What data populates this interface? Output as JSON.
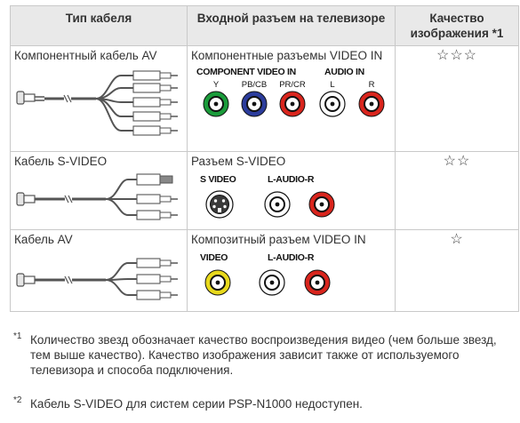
{
  "table": {
    "headers": [
      "Тип кабеля",
      "Входной разъем на телевизоре",
      "Качество изображения *1"
    ],
    "rows": [
      {
        "cable": "Компонентный кабель AV",
        "input": "Компонентные разъемы VIDEO IN",
        "diagram": {
          "group1": "COMPONENT VIDEO IN",
          "group2": "AUDIO IN",
          "labels": [
            "Y",
            "PB/CB",
            "PR/CR",
            "L",
            "R"
          ],
          "colors": [
            "#1a9b3a",
            "#2b3c9c",
            "#d9251d",
            "#ffffff",
            "#d9251d"
          ]
        },
        "stars": "☆☆☆"
      },
      {
        "cable": "Кабель S-VIDEO",
        "input": "Разъем S-VIDEO",
        "diagram": {
          "group1": "S VIDEO",
          "group2": "L-AUDIO-R",
          "colors": [
            "#222222",
            "#ffffff",
            "#d9251d"
          ]
        },
        "stars": "☆☆"
      },
      {
        "cable": "Кабель AV",
        "input": "Композитный разъем VIDEO IN",
        "diagram": {
          "group1": "VIDEO",
          "group2": "L-AUDIO-R",
          "colors": [
            "#e8d91c",
            "#ffffff",
            "#d9251d"
          ]
        },
        "stars": "☆"
      }
    ]
  },
  "notes": [
    {
      "marker": "*1",
      "text": "Количество звезд обозначает качество воспроизведения видео (чем больше звезд, тем выше качество). Качество изображения зависит также от используемого телевизора и способа подключения."
    },
    {
      "marker": "*2",
      "text": "Кабель S-VIDEO для систем серии PSP-N1000 недоступен."
    }
  ]
}
